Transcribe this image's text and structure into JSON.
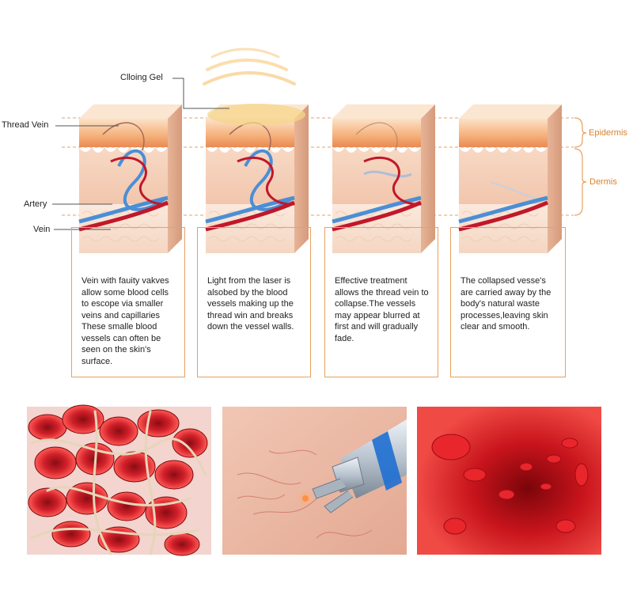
{
  "labels": {
    "cooling_gel": "Clloing Gel",
    "thread_vein": "Thread Vein",
    "artery": "Artery",
    "vein": "Vein",
    "epidermis": "Epidermis",
    "dermis": "Dermis"
  },
  "colors": {
    "artery": "#c0182a",
    "vein": "#4a8fd6",
    "accent": "#e8a160",
    "epidermis": "#f3b27a",
    "dermis": "#f8dcc8"
  },
  "steps": [
    {
      "text": "Vein with fauity vakves allow some blood cells to escope via smaller veins and capillaries These smalle blood vessels can often be seen on the skin's surface."
    },
    {
      "text": "Light from the laser is alsobed by the blood vessels making up the thread win and breaks down the vessel walls."
    },
    {
      "text": "Effective treatment allows the thread vein to collapse.The vessels may appear blurred at first and will gradually fade."
    },
    {
      "text": "The collapsed vesse's are carried away by the body's natural waste processes,leaving skin clear and smooth."
    }
  ],
  "photos": [
    {
      "icon": "blood-clot-illustration"
    },
    {
      "icon": "laser-handpiece-on-skin"
    },
    {
      "icon": "blood-cells-in-vessel"
    }
  ]
}
